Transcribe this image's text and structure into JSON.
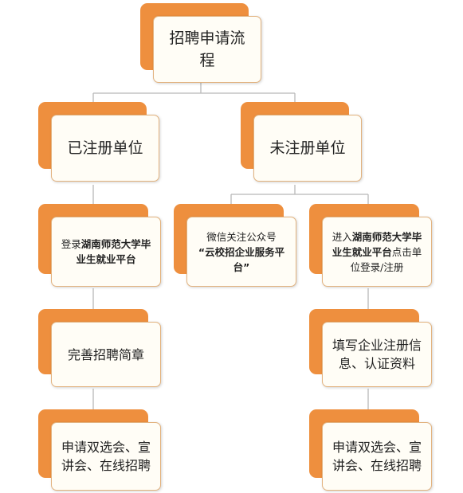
{
  "colors": {
    "shadow": "#ee8f3e",
    "card": "#fffdf6",
    "line": "#b8b8b8"
  },
  "nodes": {
    "root": {
      "text": "招聘申请流程"
    },
    "registered": {
      "text": "已注册单位"
    },
    "unregistered": {
      "text": "未注册单位"
    },
    "login": {
      "prefix": "登录",
      "bold": "湖南师范大学毕业生就业平台"
    },
    "wechat": {
      "line1": "微信关注公众号",
      "bold": "“云校招企业服务平台”"
    },
    "enter": {
      "prefix": "进入",
      "bold": "湖南师范大学毕业生就业平台",
      "suffix": "点击单位登录/注册"
    },
    "complete": {
      "text": "完善招聘简章"
    },
    "fill": {
      "text": "填写企业注册信息、认证资料"
    },
    "apply_left": {
      "text": "申请双选会、宣讲会、在线招聘"
    },
    "apply_right": {
      "text": "申请双选会、宣讲会、在线招聘"
    }
  }
}
